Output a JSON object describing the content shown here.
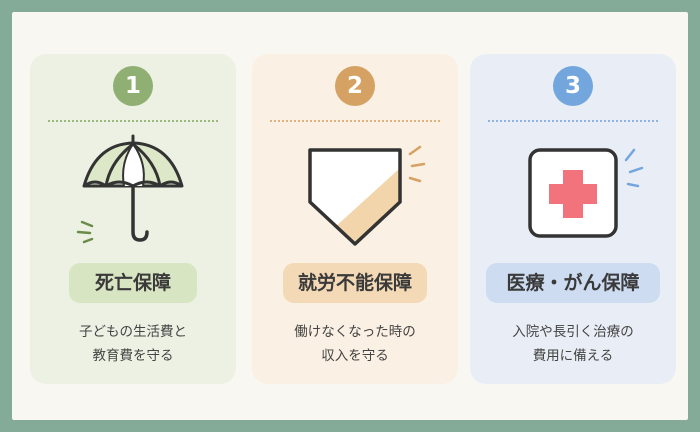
{
  "colors": {
    "frame": "#84aa98",
    "card_green": "#edf1e3",
    "card_orange": "#fbf0e4",
    "card_blue": "#e9eef6",
    "badge_green": "#8fb072",
    "badge_orange": "#d6a264",
    "badge_blue": "#73a6dc",
    "cross_red": "#f2737b"
  },
  "cards": [
    {
      "number": "1",
      "icon": "umbrella-icon",
      "title": "死亡保障",
      "description": [
        "子どもの生活費と",
        "教育費を守る"
      ]
    },
    {
      "number": "2",
      "icon": "shield-icon",
      "title": "就労不能保障",
      "description": [
        "働けなくなった時の",
        "収入を守る"
      ]
    },
    {
      "number": "3",
      "icon": "medical-cross-icon",
      "title": "医療・がん保障",
      "description": [
        "入院や長引く治療の",
        "費用に備える"
      ]
    }
  ]
}
